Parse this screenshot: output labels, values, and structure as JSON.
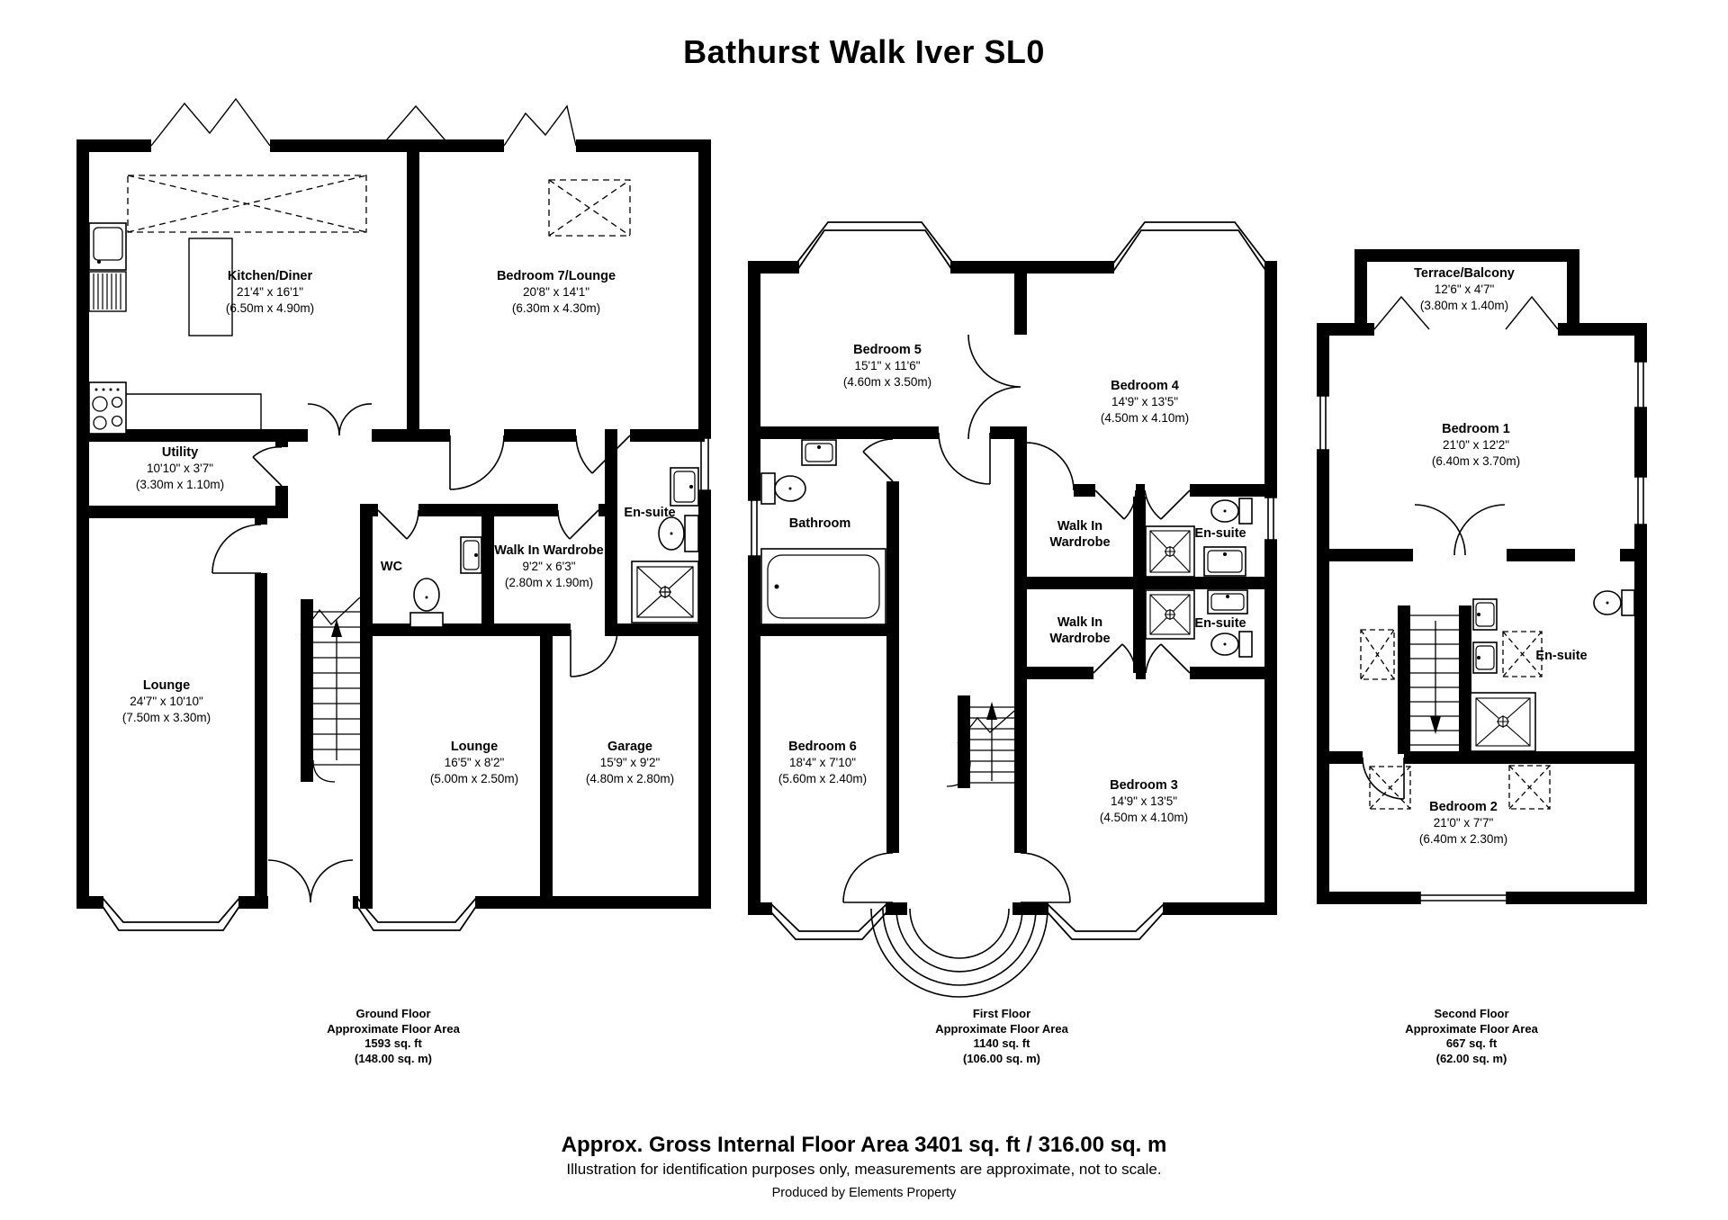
{
  "title": "Bathurst Walk Iver SL0",
  "colors": {
    "walls": "#000000",
    "background": "#ffffff",
    "text": "#000000"
  },
  "floors": {
    "ground": {
      "area_label": {
        "floor": "Ground Floor",
        "approx": "Approximate Floor Area",
        "sqft": "1593 sq. ft",
        "sqm": "(148.00 sq. m)"
      },
      "rooms": {
        "kitchen_diner": {
          "name": "Kitchen/Diner",
          "imperial": "21'4\" x 16'1\"",
          "metric": "(6.50m x 4.90m)"
        },
        "bedroom7": {
          "name": "Bedroom 7/Lounge",
          "imperial": "20'8\" x 14'1\"",
          "metric": "(6.30m x 4.30m)"
        },
        "utility": {
          "name": "Utility",
          "imperial": "10'10\" x 3'7\"",
          "metric": "(3.30m x 1.10m)"
        },
        "wc": {
          "name": "WC"
        },
        "walk_in_wardrobe": {
          "name": "Walk In Wardrobe",
          "imperial": "9'2\" x 6'3\"",
          "metric": "(2.80m x 1.90m)"
        },
        "ensuite": {
          "name": "En-suite"
        },
        "lounge_left": {
          "name": "Lounge",
          "imperial": "24'7\" x 10'10\"",
          "metric": "(7.50m x 3.30m)"
        },
        "lounge_mid": {
          "name": "Lounge",
          "imperial": "16'5\" x 8'2\"",
          "metric": "(5.00m x 2.50m)"
        },
        "garage": {
          "name": "Garage",
          "imperial": "15'9\" x 9'2\"",
          "metric": "(4.80m x 2.80m)"
        }
      }
    },
    "first": {
      "area_label": {
        "floor": "First Floor",
        "approx": "Approximate Floor Area",
        "sqft": "1140 sq. ft",
        "sqm": "(106.00 sq. m)"
      },
      "rooms": {
        "bedroom5": {
          "name": "Bedroom 5",
          "imperial": "15'1\" x 11'6\"",
          "metric": "(4.60m x 3.50m)"
        },
        "bedroom4": {
          "name": "Bedroom 4",
          "imperial": "14'9\" x 13'5\"",
          "metric": "(4.50m x 4.10m)"
        },
        "bathroom": {
          "name": "Bathroom"
        },
        "wiw_upper": {
          "name_lines": [
            "Walk In",
            "Wardrobe"
          ]
        },
        "ensuite_upper": {
          "name": "En-suite"
        },
        "wiw_lower": {
          "name_lines": [
            "Walk In",
            "Wardrobe"
          ]
        },
        "ensuite_lower": {
          "name": "En-suite"
        },
        "bedroom6": {
          "name": "Bedroom 6",
          "imperial": "18'4\" x 7'10\"",
          "metric": "(5.60m x 2.40m)"
        },
        "bedroom3": {
          "name": "Bedroom 3",
          "imperial": "14'9\" x 13'5\"",
          "metric": "(4.50m x 4.10m)"
        }
      }
    },
    "second": {
      "area_label": {
        "floor": "Second Floor",
        "approx": "Approximate Floor Area",
        "sqft": "667 sq. ft",
        "sqm": "(62.00 sq. m)"
      },
      "rooms": {
        "terrace": {
          "name": "Terrace/Balcony",
          "imperial": "12'6\" x 4'7\"",
          "metric": "(3.80m x 1.40m)"
        },
        "bedroom1": {
          "name": "Bedroom 1",
          "imperial": "21'0\" x 12'2\"",
          "metric": "(6.40m x 3.70m)"
        },
        "ensuite": {
          "name": "En-suite"
        },
        "bedroom2": {
          "name": "Bedroom 2",
          "imperial": "21'0\" x 7'7\"",
          "metric": "(6.40m x 2.30m)"
        }
      }
    }
  },
  "footer": {
    "gross": "Approx. Gross Internal Floor Area 3401 sq. ft / 316.00 sq. m",
    "disclaimer": "Illustration for identification purposes only, measurements are approximate, not to scale.",
    "produced": "Produced by Elements Property"
  }
}
